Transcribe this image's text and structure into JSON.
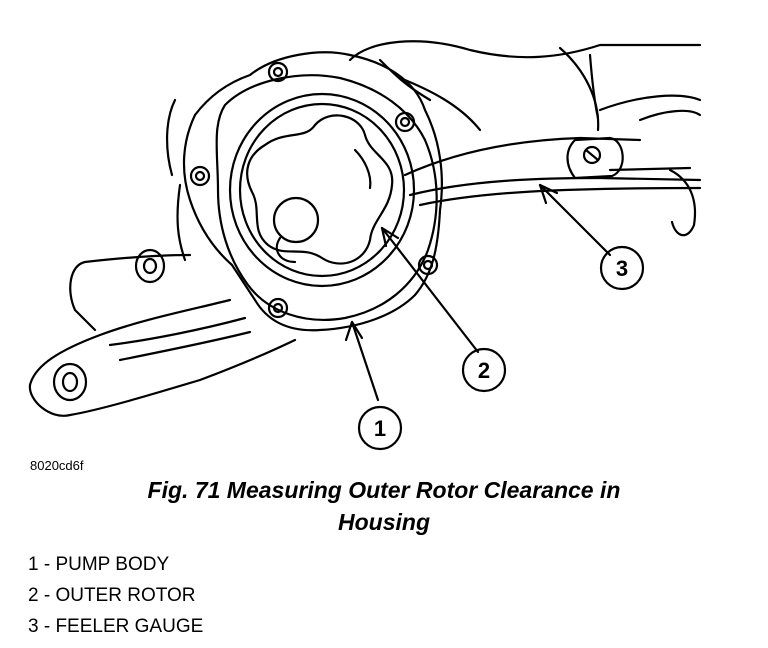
{
  "figure": {
    "code": "8020cd6f",
    "caption_line1": "Fig. 71 Measuring Outer Rotor Clearance in",
    "caption_line2": "Housing"
  },
  "callouts": [
    "1",
    "2",
    "3"
  ],
  "legend": [
    "1 - PUMP BODY",
    "2 - OUTER ROTOR",
    "3 - FEELER GAUGE"
  ],
  "colors": {
    "ink": "#000000",
    "paper": "#ffffff"
  }
}
